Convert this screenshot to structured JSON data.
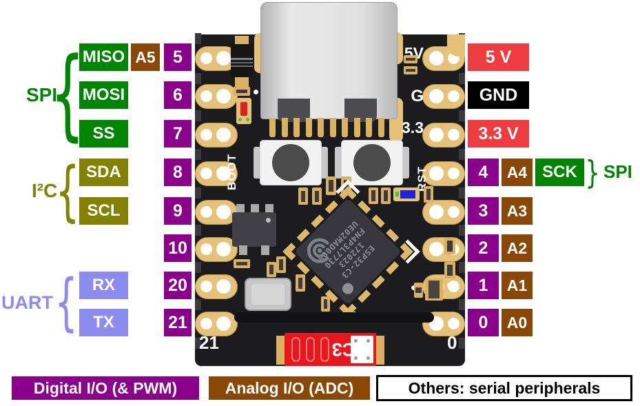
{
  "colors": {
    "digital_io": "#8B008B",
    "analog_io": "#8a4806",
    "spi": "#008502",
    "i2c": "#828200",
    "uart": "#8b8bf0",
    "power_5v_33v": "#ee3c40",
    "gnd": "#000000",
    "pcb": "#1c1c1e",
    "pad_gold": "#e6c278"
  },
  "braces": {
    "open": "{",
    "close": "}"
  },
  "groups": {
    "spi_left": "SPI",
    "i2c": "I²C",
    "uart": "UART",
    "spi_right": "SPI"
  },
  "left": {
    "rows": [
      {
        "name": "MISO",
        "analog": "A5",
        "num": "5"
      },
      {
        "name": "MOSI",
        "num": "6"
      },
      {
        "name": "SS",
        "num": "7"
      },
      {
        "name": "SDA",
        "num": "8"
      },
      {
        "name": "SCL",
        "num": "9"
      },
      {
        "num": "10"
      },
      {
        "name": "RX",
        "num": "20"
      },
      {
        "name": "TX",
        "num": "21"
      }
    ]
  },
  "right": {
    "rows": [
      {
        "label": "5 V"
      },
      {
        "label": "GND"
      },
      {
        "label": "3.3 V"
      },
      {
        "num": "4",
        "analog": "A4",
        "extra": "SCK"
      },
      {
        "num": "3",
        "analog": "A3"
      },
      {
        "num": "2",
        "analog": "A2"
      },
      {
        "num": "1",
        "analog": "A1"
      },
      {
        "num": "0",
        "analog": "A0"
      }
    ]
  },
  "board": {
    "silkscreen": {
      "boot": "BOOT",
      "rst": "RST",
      "v5": "5V",
      "gnd": "G",
      "v33": "3.3",
      "pin21": "21",
      "pin0": "0"
    },
    "chip_lines": [
      "ESP32-C3",
      "172023",
      "FN4P3L7730",
      "UE02MAD008"
    ],
    "module_label": "C3"
  },
  "legend": [
    {
      "label": "Digital I/O (& PWM)"
    },
    {
      "label": "Analog I/O (ADC)"
    },
    {
      "label": "Others: serial peripherals"
    }
  ]
}
